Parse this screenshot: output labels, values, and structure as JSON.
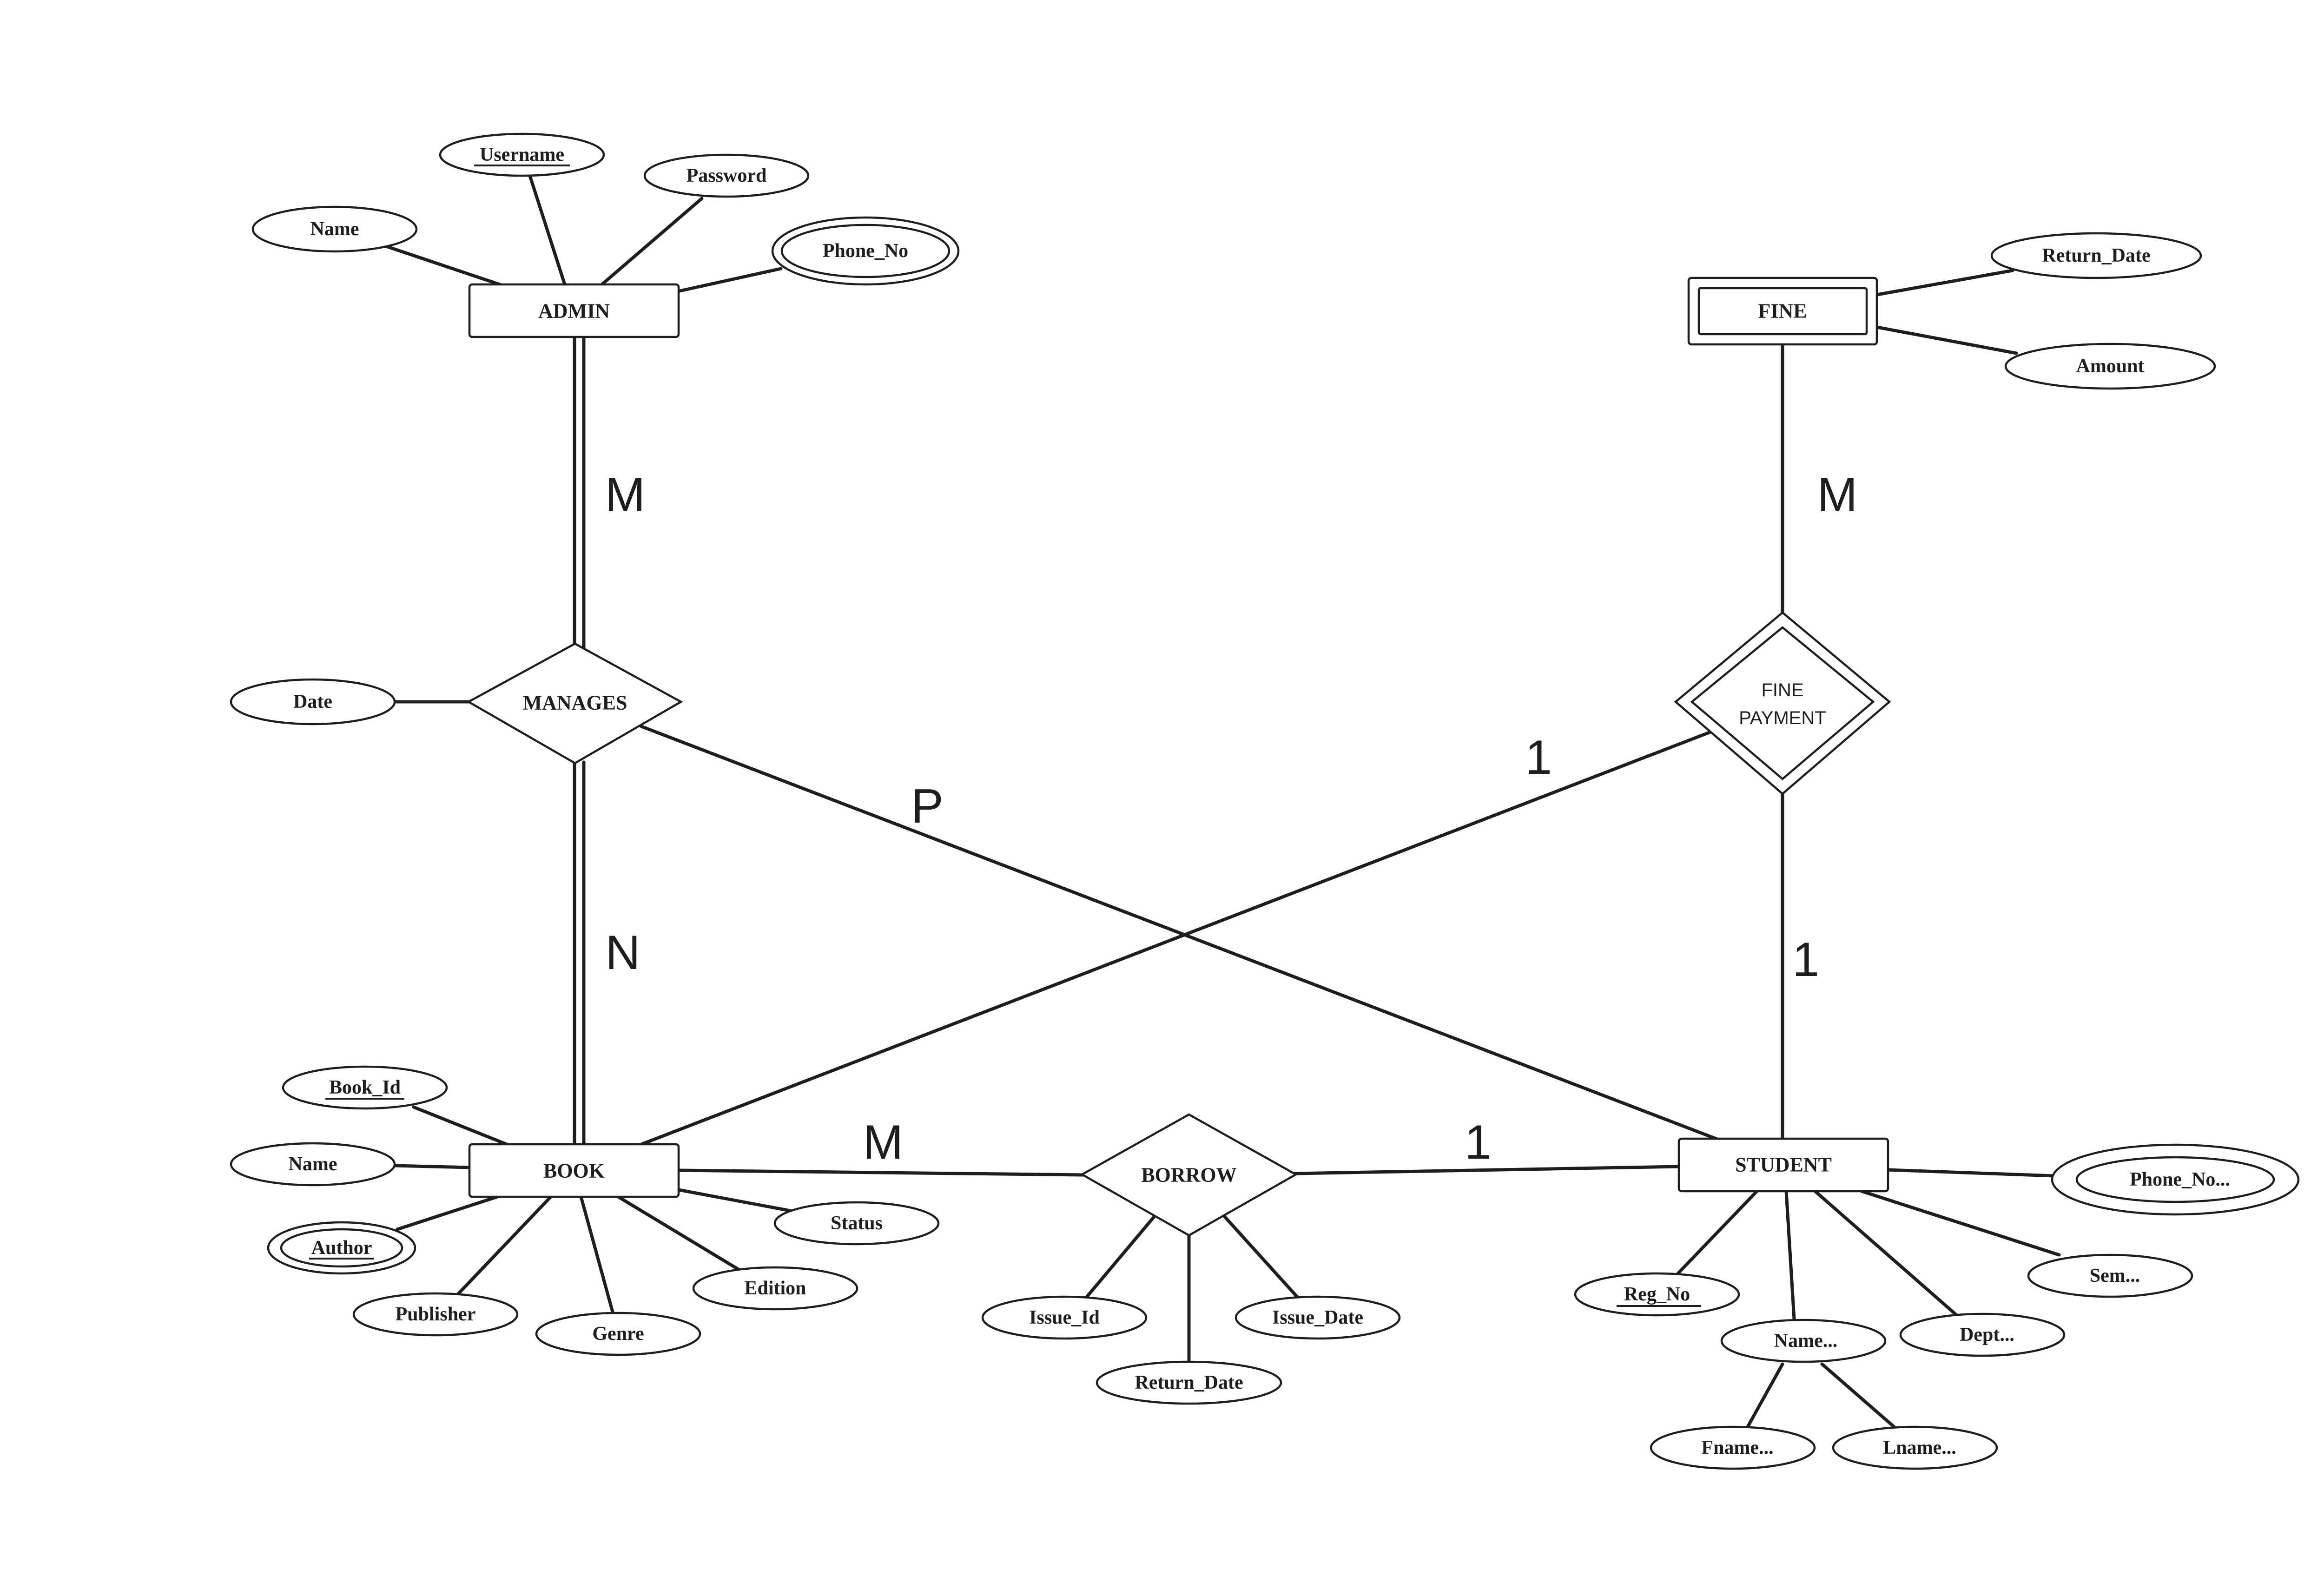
{
  "entities": {
    "admin": {
      "label": "ADMIN"
    },
    "fine": {
      "label": "FINE"
    },
    "book": {
      "label": "BOOK"
    },
    "student": {
      "label": "STUDENT"
    }
  },
  "relationships": {
    "manages": {
      "label": "MANAGES"
    },
    "borrow": {
      "label": "BORROW"
    },
    "fine_payment": {
      "label_line1": "FINE",
      "label_line2": "PAYMENT"
    }
  },
  "attributes": {
    "admin_username": "Username",
    "admin_password": "Password",
    "admin_name": "Name",
    "admin_phone": "Phone_No",
    "fine_return_date": "Return_Date",
    "fine_amount": "Amount",
    "manages_date": "Date",
    "book_id": "Book_Id",
    "book_name": "Name",
    "book_author": "Author",
    "book_publisher": "Publisher",
    "book_genre": "Genre",
    "book_edition": "Edition",
    "book_status": "Status",
    "borrow_issue_id": "Issue_Id",
    "borrow_return_date": "Return_Date",
    "borrow_issue_date": "Issue_Date",
    "student_phone": "Phone_No...",
    "student_sem": "Sem...",
    "student_dept": "Dept...",
    "student_name": "Name...",
    "student_reg_no": "Reg_No",
    "student_fname": "Fname...",
    "student_lname": "Lname..."
  },
  "cardinalities": {
    "admin_manages": "M",
    "book_manages": "N",
    "manages_student": "P",
    "fine_finepayment": "M",
    "book_finepayment": "1",
    "student_finepayment": "1",
    "book_borrow": "M",
    "student_borrow": "1"
  }
}
